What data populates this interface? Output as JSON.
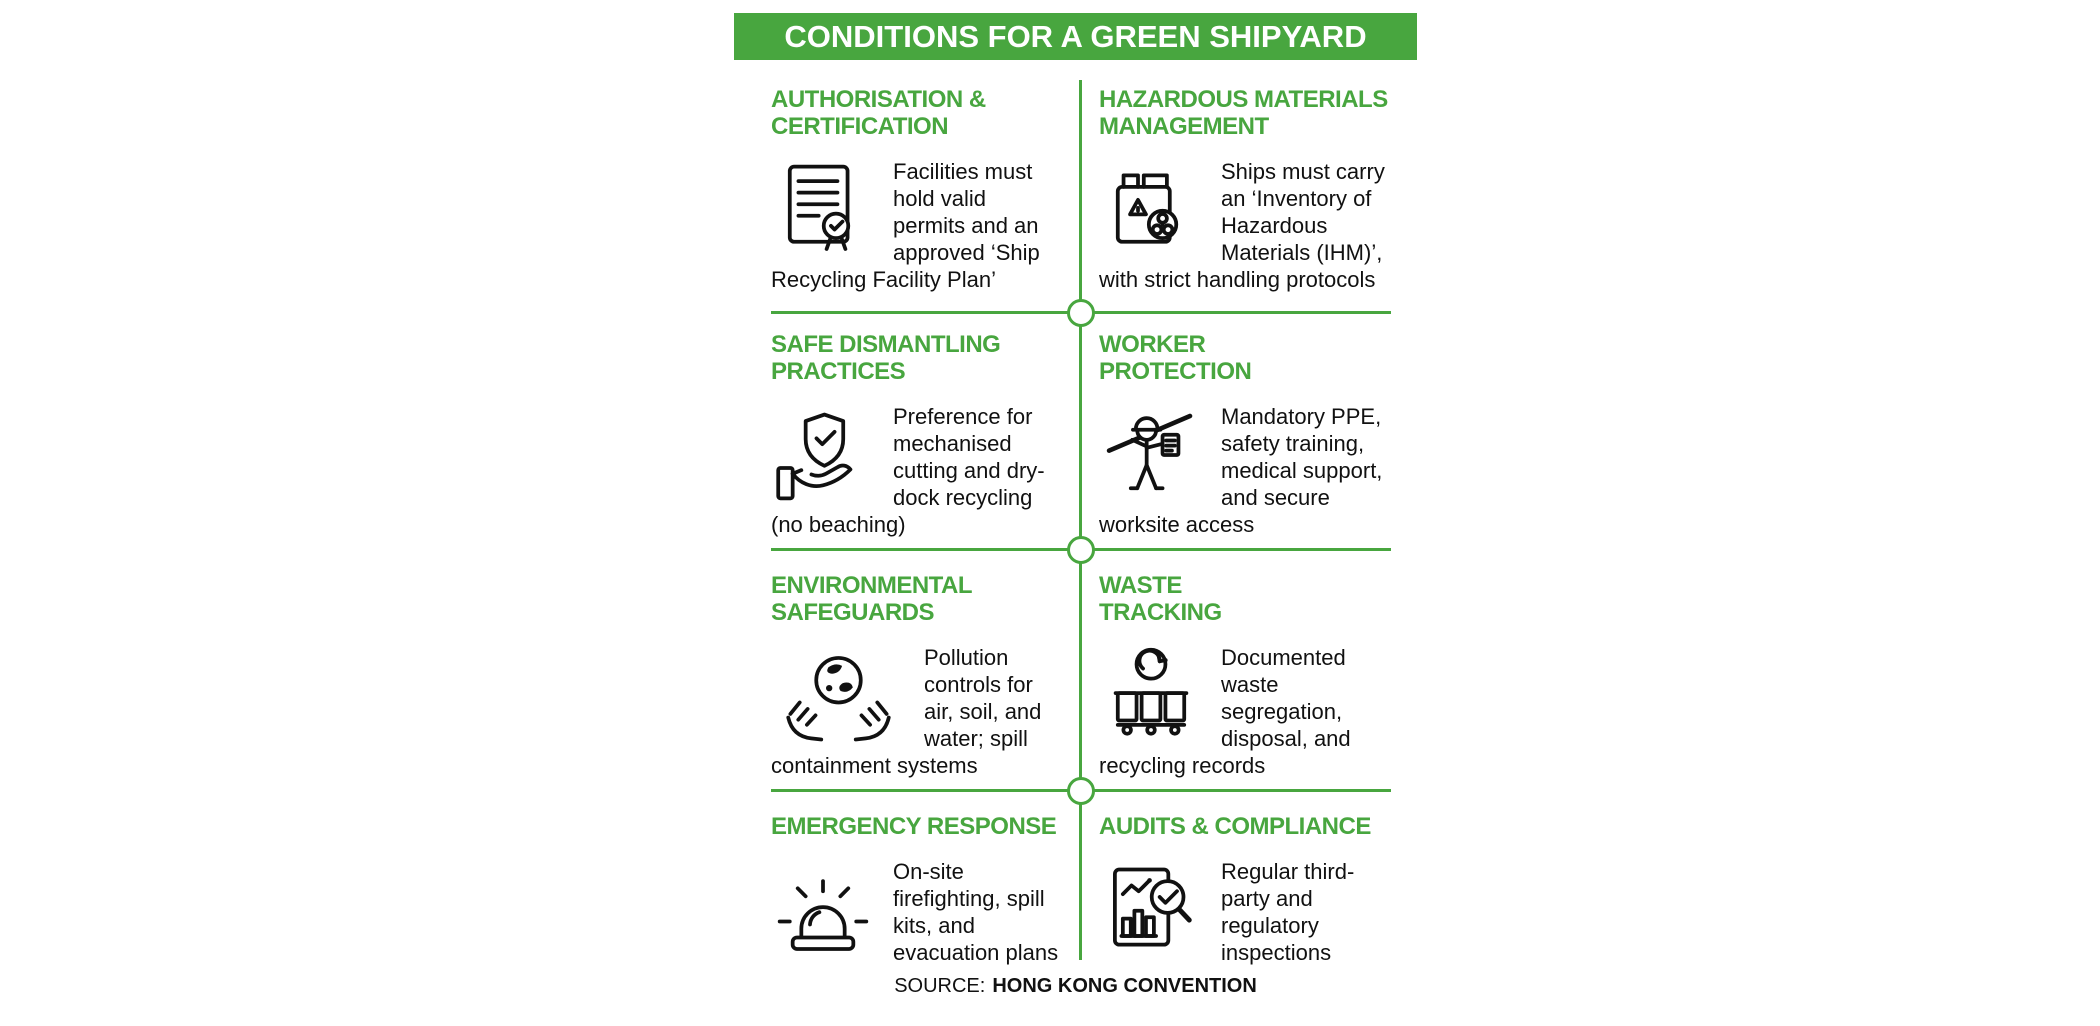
{
  "title": "CONDITIONS FOR A GREEN SHIPYARD",
  "colors": {
    "green": "#48a63f",
    "ink": "#111111"
  },
  "sections": [
    {
      "heading": "AUTHORISATION &\nCERTIFICATION",
      "icon": "certificate-seal-icon",
      "text": "Facilities must hold valid permits and an approved ‘Ship Recycling Facility Plan’"
    },
    {
      "heading": "HAZARDOUS MATERIALS\nMANAGEMENT",
      "icon": "hazard-canister-icon",
      "text": "Ships must carry an ‘Inventory of Hazardous Materials (IHM)’, with strict handling protocols"
    },
    {
      "heading": "SAFE DISMANTLING\nPRACTICES",
      "icon": "shield-hand-icon",
      "text": "Preference for mechanised cutting and dry-dock recycling (no beaching)"
    },
    {
      "heading": "WORKER\nPROTECTION",
      "icon": "worker-ppe-icon",
      "text": "Mandatory PPE, safety training, medical support, and secure worksite access"
    },
    {
      "heading": "ENVIRONMENTAL\nSAFEGUARDS",
      "icon": "hands-globe-icon",
      "text": "Pollution controls for air, soil, and water; spill containment systems"
    },
    {
      "heading": "WASTE\nTRACKING",
      "icon": "waste-bins-icon",
      "text": "Documented waste segregation, disposal, and recycling records"
    },
    {
      "heading": "EMERGENCY RESPONSE",
      "icon": "siren-icon",
      "text": "On-site firefighting, spill kits, and evacuation plans"
    },
    {
      "heading": "AUDITS & COMPLIANCE",
      "icon": "audit-magnifier-icon",
      "text": "Regular third-party and regulatory inspections"
    }
  ],
  "source": {
    "prefix": "SOURCE:",
    "name": "HONG KONG CONVENTION"
  }
}
